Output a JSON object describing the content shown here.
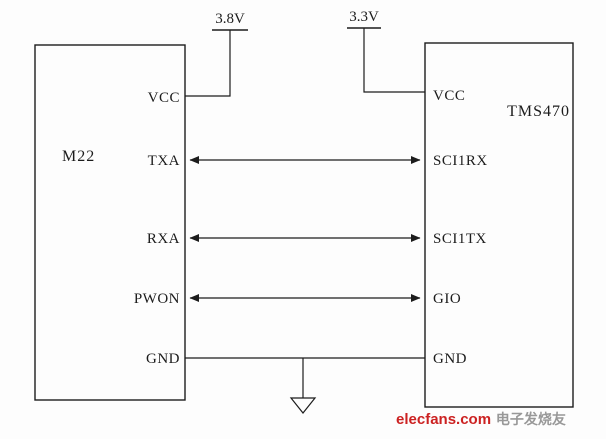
{
  "diagram": {
    "title_hint": "M22 to TMS470 serial interface wiring diagram",
    "left_chip": {
      "name": "M22",
      "pins": {
        "vcc": "VCC",
        "txa": "TXA",
        "rxa": "RXA",
        "pwon": "PWON",
        "gnd": "GND"
      }
    },
    "right_chip": {
      "name": "TMS470",
      "pins": {
        "vcc": "VCC",
        "sci1rx": "SCI1RX",
        "sci1tx": "SCI1TX",
        "gio": "GIO",
        "gnd": "GND"
      }
    },
    "power_rails": {
      "left_voltage": "3.8V",
      "right_voltage": "3.3V"
    },
    "connections": [
      {
        "from": "TXA",
        "to": "SCI1RX",
        "type": "bidirectional-arrow"
      },
      {
        "from": "RXA",
        "to": "SCI1TX",
        "type": "bidirectional-arrow"
      },
      {
        "from": "PWON",
        "to": "GIO",
        "type": "bidirectional-arrow"
      },
      {
        "from": "GND",
        "to": "GND",
        "type": "wire-with-earth-ground"
      }
    ],
    "colors": {
      "line": "#1c1c1c",
      "watermark_brand": "#cc2222",
      "watermark_suffix": "#989898"
    },
    "watermark": {
      "brand": "elecfans.com",
      "suffix": " 电子发烧友"
    }
  }
}
